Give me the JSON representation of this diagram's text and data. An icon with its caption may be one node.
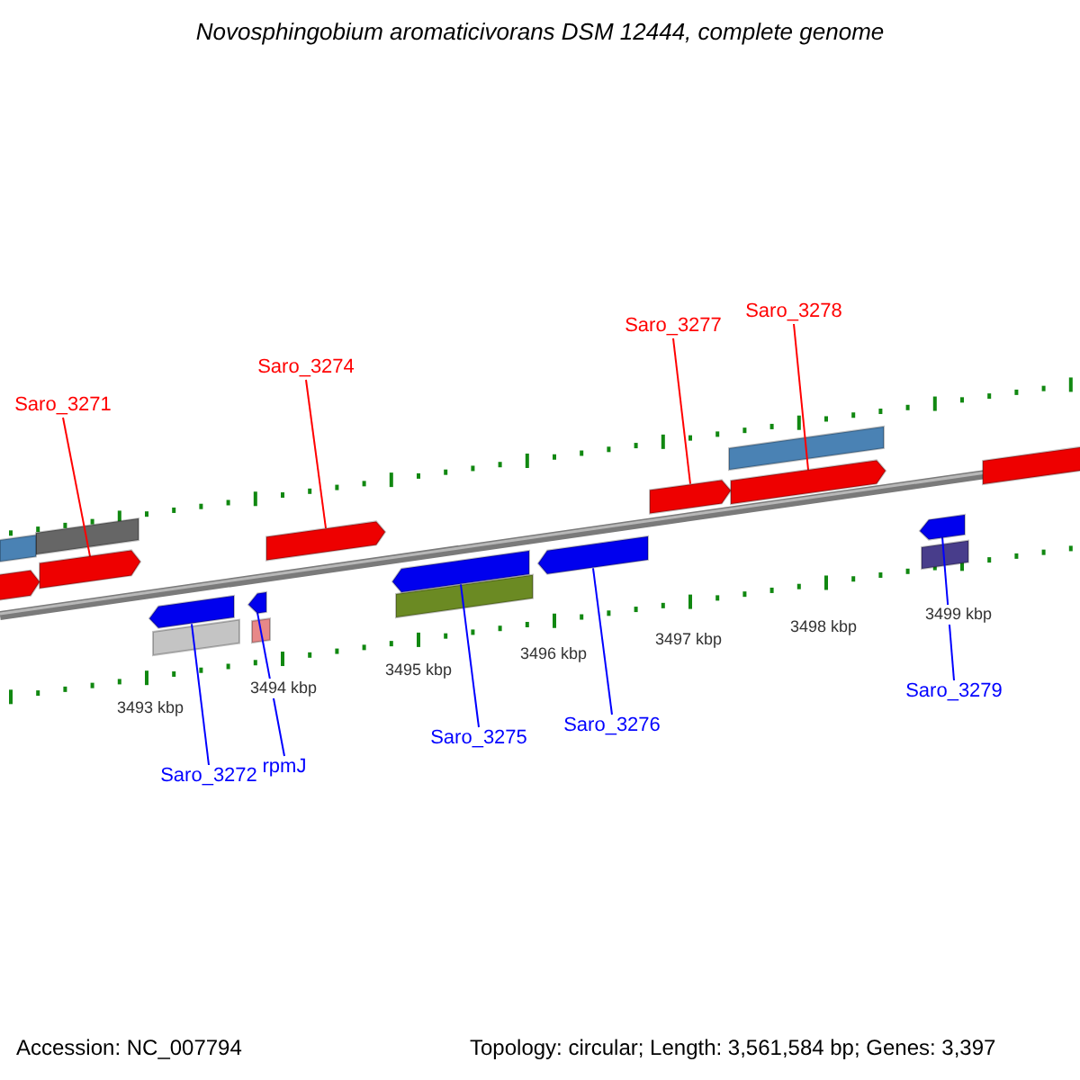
{
  "diagram": {
    "title": "Novosphingobium aromaticivorans DSM 12444, complete genome",
    "nodes": [
      {
        "text": [
          "Saro_3271"
        ]
      },
      {
        "text": [
          "Saro_3274"
        ]
      },
      {
        "text": [
          "Saro_3277"
        ]
      },
      {
        "text": [
          "Saro_3278"
        ]
      },
      {
        "text": [
          "Saro_3272"
        ]
      },
      {
        "text": [
          "rpmJ"
        ]
      },
      {
        "text": [
          "Saro_3275"
        ]
      },
      {
        "text": [
          "Saro_3276"
        ]
      },
      {
        "text": [
          "Saro_3279"
        ]
      },
      {
        "text": [],
        "shape": "arrow"
      },
      {
        "text": [],
        "shape": "arrow"
      },
      {
        "text": [],
        "shape": "arrow"
      },
      {
        "text": [],
        "shape": "arrow"
      },
      {
        "text": [],
        "shape": "arrow"
      },
      {
        "text": [],
        "shape": "arrow"
      },
      {
        "text": [],
        "shape": "arrow"
      },
      {
        "text": [],
        "shape": "arrow"
      },
      {
        "text": [],
        "shape": "arrow"
      }
    ],
    "edges": [
      {
        "from": 0,
        "to": 9,
        "arrow": "none",
        "color": "#ff0000"
      },
      {
        "from": 1,
        "to": 10,
        "arrow": "none",
        "color": "#ff0000"
      },
      {
        "from": 2,
        "to": 11,
        "arrow": "none",
        "color": "#ff0000"
      },
      {
        "from": 3,
        "to": 12,
        "arrow": "none",
        "color": "#ff0000"
      },
      {
        "from": 4,
        "to": 13,
        "arrow": "none"
      },
      {
        "from": 5,
        "to": 14,
        "arrow": "none"
      },
      {
        "from": 6,
        "to": 15,
        "arrow": "none"
      },
      {
        "from": 7,
        "to": 16,
        "arrow": "none"
      },
      {
        "from": 8,
        "to": 17,
        "arrow": "none"
      }
    ],
    "labels": [
      "3493 kbp",
      "3494 kbp",
      "3495 kbp",
      "3496 kbp",
      "3497 kbp",
      "3498 kbp",
      "3499 kbp",
      "Accession: NC_007794",
      "Topology: circular; Length: 3,561,584 bp; Genes: 3,397"
    ]
  }
}
